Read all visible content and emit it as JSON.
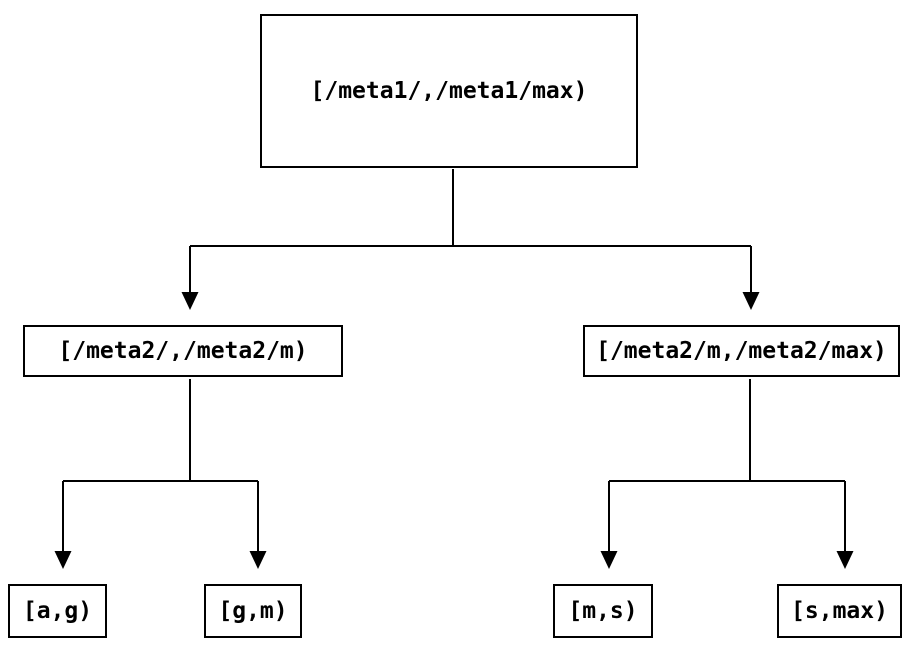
{
  "colors": {
    "background": "#ffffff",
    "line": "#000000",
    "text": "#000000",
    "node_fill": "#ffffff"
  },
  "nodes": {
    "root": {
      "label": "[/meta1/,/meta1/max)"
    },
    "meta2_low": {
      "label": "[/meta2/,/meta2/m)"
    },
    "meta2_high": {
      "label": "[/meta2/m,/meta2/max)"
    },
    "leaf_a_g": {
      "label": "[a,g)"
    },
    "leaf_g_m": {
      "label": "[g,m)"
    },
    "leaf_m_s": {
      "label": "[m,s)"
    },
    "leaf_s_max": {
      "label": "[s,max)"
    }
  }
}
